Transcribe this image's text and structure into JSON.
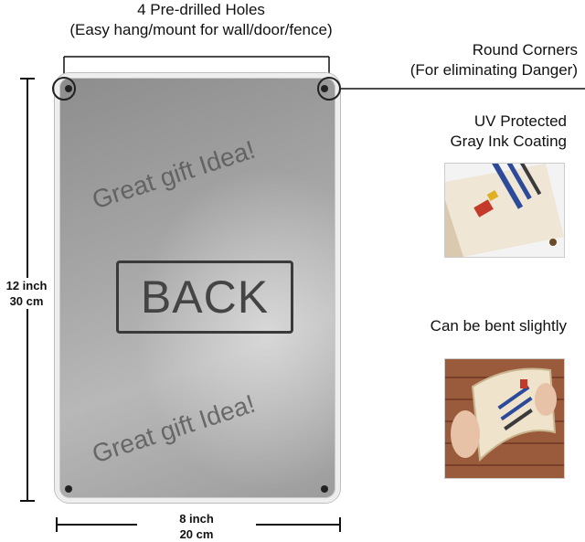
{
  "annotations": {
    "holes_title": "4 Pre-drilled Holes",
    "holes_subtitle": "(Easy hang/mount for wall/door/fence)",
    "corners_title": "Round Corners",
    "corners_subtitle": "(For eliminating Danger)",
    "uv_title": "UV Protected",
    "uv_subtitle": "Gray Ink Coating",
    "bent_title": "Can be bent slightly"
  },
  "sign": {
    "gift_text_top": "Great gift Idea!",
    "back_label": "BACK",
    "gift_text_bottom": "Great gift Idea!"
  },
  "dimensions": {
    "height_inch": "12 inch",
    "height_cm": "30 cm",
    "width_inch": "8 inch",
    "width_cm": "20 cm"
  },
  "colors": {
    "metal": "#a6a6a6",
    "frame": "#eeeeee",
    "line": "#111111"
  }
}
